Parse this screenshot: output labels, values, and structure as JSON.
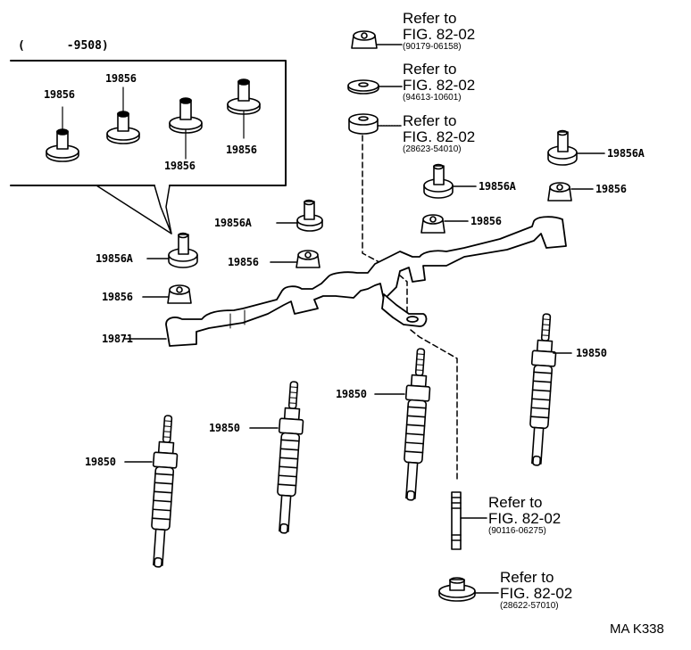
{
  "diagram": {
    "drawing_code": "MA K338",
    "inset_note": "(      -9508)",
    "inset_labels": [
      "19856",
      "19856",
      "19856",
      "19856"
    ],
    "part_labels": {
      "clamp_stud_inset_callout": "19856A",
      "clamp_stud_center": "19856A",
      "nut_center": "19856",
      "nut_left": "19856",
      "bus_bar": "19871",
      "clamp_stud_right_upper": "19856A",
      "clamp_stud_right_mid": "19856A",
      "nut_right_mid": "19856",
      "nut_right_lower": "19856",
      "glow_plug_1": "19850",
      "glow_plug_2": "19850",
      "glow_plug_3": "19850",
      "glow_plug_4": "19850"
    },
    "references": [
      {
        "line1": "Refer to",
        "line2": "FIG. 82-02",
        "part_no": "(90179-06158)"
      },
      {
        "line1": "Refer to",
        "line2": "FIG. 82-02",
        "part_no": "(94613-10601)"
      },
      {
        "line1": "Refer to",
        "line2": "FIG. 82-02",
        "part_no": "(28623-54010)"
      },
      {
        "line1": "Refer to",
        "line2": "FIG. 82-02",
        "part_no": "(90116-06275)"
      },
      {
        "line1": "Refer to",
        "line2": "FIG. 82-02",
        "part_no": "(28622-57010)"
      }
    ]
  }
}
